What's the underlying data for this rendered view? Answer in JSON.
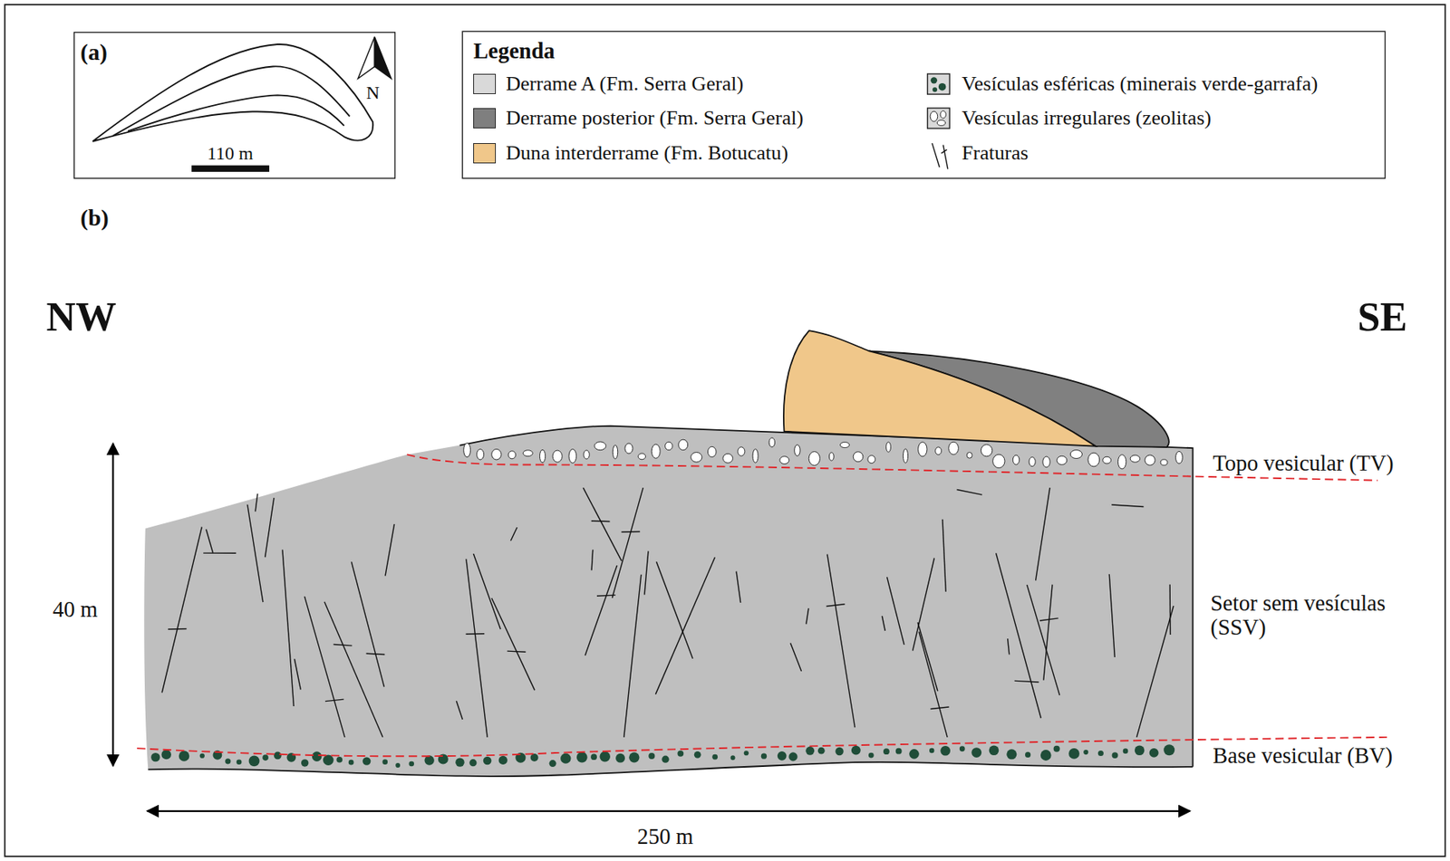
{
  "diagram": {
    "labels": [
      "(a)",
      "N",
      "110 m",
      "Legenda",
      "(b)",
      "NW",
      "SE",
      "40 m",
      "250 m",
      "Topo vesicular (TV)",
      "Setor sem vesículas (SSV)",
      "Base vesicular (BV)"
    ],
    "legend": [
      {
        "text": "Derrame A (Fm. Serra Geral)",
        "color": "#d9d9d9"
      },
      {
        "text": "Derrame posterior (Fm. Serra Geral)",
        "color": "#7f7f7f"
      },
      {
        "text": "Duna interderrame (Fm. Botucatu)",
        "color": "#f0c78a"
      },
      {
        "text": "Vesículas esféricas (minerais verde-garrafa)"
      },
      {
        "text": "Vesículas irregulares (zeolitas)"
      },
      {
        "text": "Fraturas"
      }
    ]
  }
}
